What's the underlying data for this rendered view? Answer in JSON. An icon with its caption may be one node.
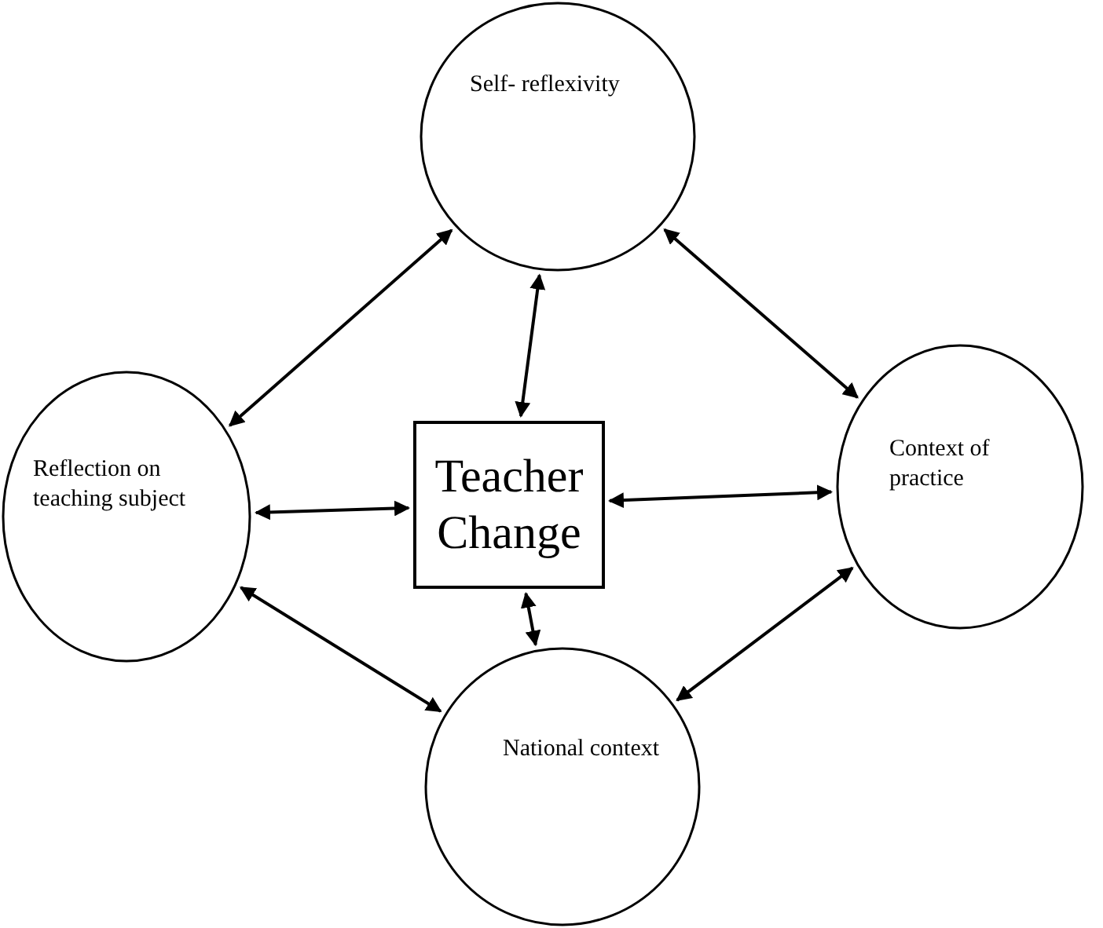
{
  "diagram": {
    "nodes": [
      {
        "text": [
          "Self- reflexivity"
        ]
      },
      {
        "text": [
          "Reflection on teaching subject"
        ]
      },
      {
        "text": [
          "Teacher Change"
        ]
      },
      {
        "text": [
          "Context of practice"
        ]
      },
      {
        "text": [
          "National context"
        ]
      }
    ],
    "edges": [
      {
        "from": 0,
        "to": 1,
        "arrow": "both"
      },
      {
        "from": 0,
        "to": 2,
        "arrow": "both"
      },
      {
        "from": 0,
        "to": 3,
        "arrow": "both"
      },
      {
        "from": 1,
        "to": 2,
        "arrow": "both"
      },
      {
        "from": 2,
        "to": 3,
        "arrow": "both"
      },
      {
        "from": 2,
        "to": 4,
        "arrow": "both"
      },
      {
        "from": 1,
        "to": 4,
        "arrow": "both"
      },
      {
        "from": 4,
        "to": 3,
        "arrow": "both"
      }
    ]
  }
}
